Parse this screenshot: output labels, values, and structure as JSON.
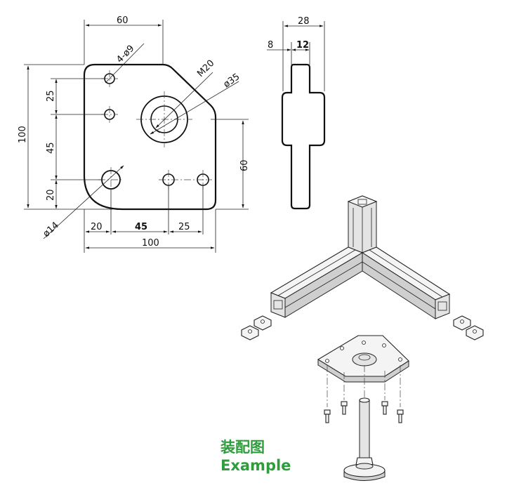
{
  "front_view": {
    "dims": {
      "top_width": "60",
      "holes_4": "4-ø9",
      "thread": "M20",
      "boss_dia": "ø35",
      "height_total": "100",
      "v_25": "25",
      "v_45": "45",
      "v_20": "20",
      "right_60": "60",
      "hole_14": "ø14",
      "h_20": "20",
      "h_45": "45",
      "h_25": "25",
      "bottom_100": "100"
    }
  },
  "side_view": {
    "dims": {
      "width": "28",
      "offset": "8",
      "thickness": "12"
    }
  },
  "caption": {
    "chinese": "装配图",
    "english": "Example"
  },
  "colors": {
    "caption": "#2e9e3c",
    "line": "#111111"
  }
}
